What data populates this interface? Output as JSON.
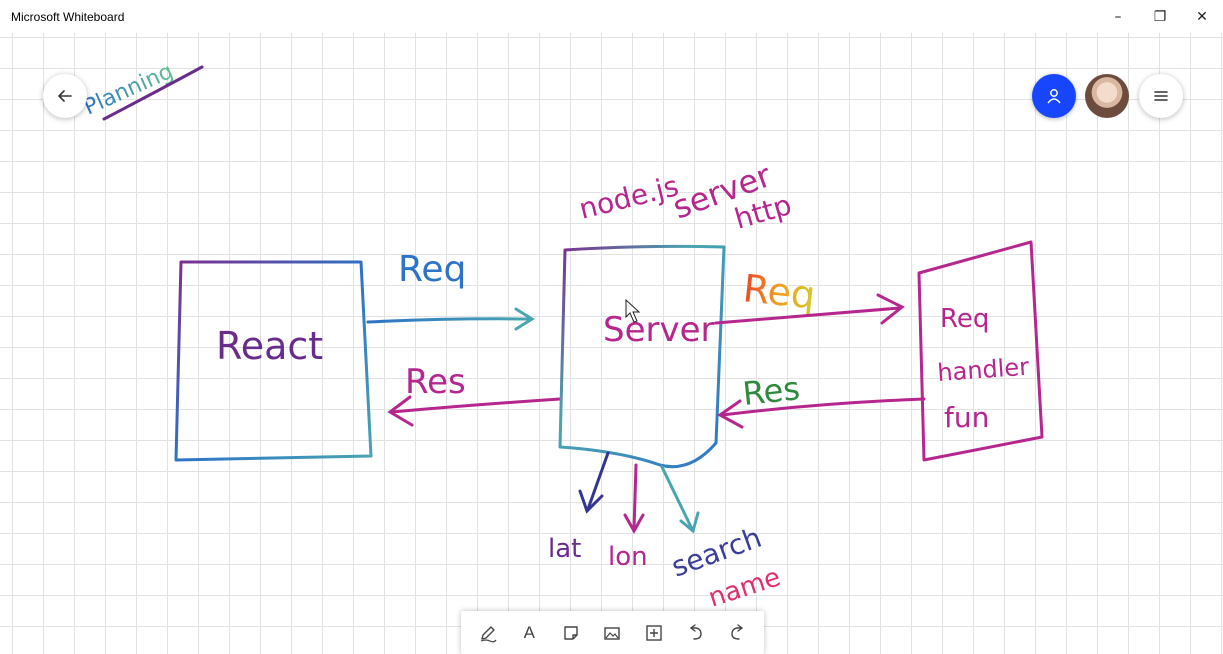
{
  "app": {
    "title": "Microsoft Whiteboard"
  },
  "window_controls": {
    "minimize": "–",
    "restore": "❐",
    "close": "✕"
  },
  "header": {
    "back_icon": "arrow-left-icon",
    "share_icon": "person-icon",
    "menu_icon": "hamburger-menu-icon"
  },
  "ink_labels": {
    "heading": "Planning",
    "react_box": "React",
    "req_left": "Req",
    "res_left": "Res",
    "nodejs": "node.js",
    "server_note": "server",
    "http": "http",
    "server_box": "Server",
    "req_right": "Req",
    "res_right": "Res",
    "handler_line1": "Req",
    "handler_line2": "handler",
    "handler_line3": "fun",
    "param_lat": "lat",
    "param_lon": "lon",
    "param_search": "search",
    "param_name": "name"
  },
  "ink_colors": {
    "purple": "#7d2d8f",
    "magenta": "#b6268f",
    "teal": "#49a6b0",
    "blue": "#2d73c8",
    "dark_blue": "#33358e",
    "green": "#2e8a3d",
    "rainbow_red": "#e8452a",
    "rainbow_orange": "#f0a020"
  },
  "toolbar": {
    "tools": [
      {
        "name": "pen-tool",
        "icon": "pen-icon"
      },
      {
        "name": "text-tool",
        "icon": "text-icon",
        "label": "A"
      },
      {
        "name": "note-tool",
        "icon": "sticky-note-icon"
      },
      {
        "name": "image-tool",
        "icon": "image-icon"
      },
      {
        "name": "insert-tool",
        "icon": "add-box-icon"
      },
      {
        "name": "undo-tool",
        "icon": "undo-icon"
      },
      {
        "name": "redo-tool",
        "icon": "redo-icon"
      }
    ]
  }
}
